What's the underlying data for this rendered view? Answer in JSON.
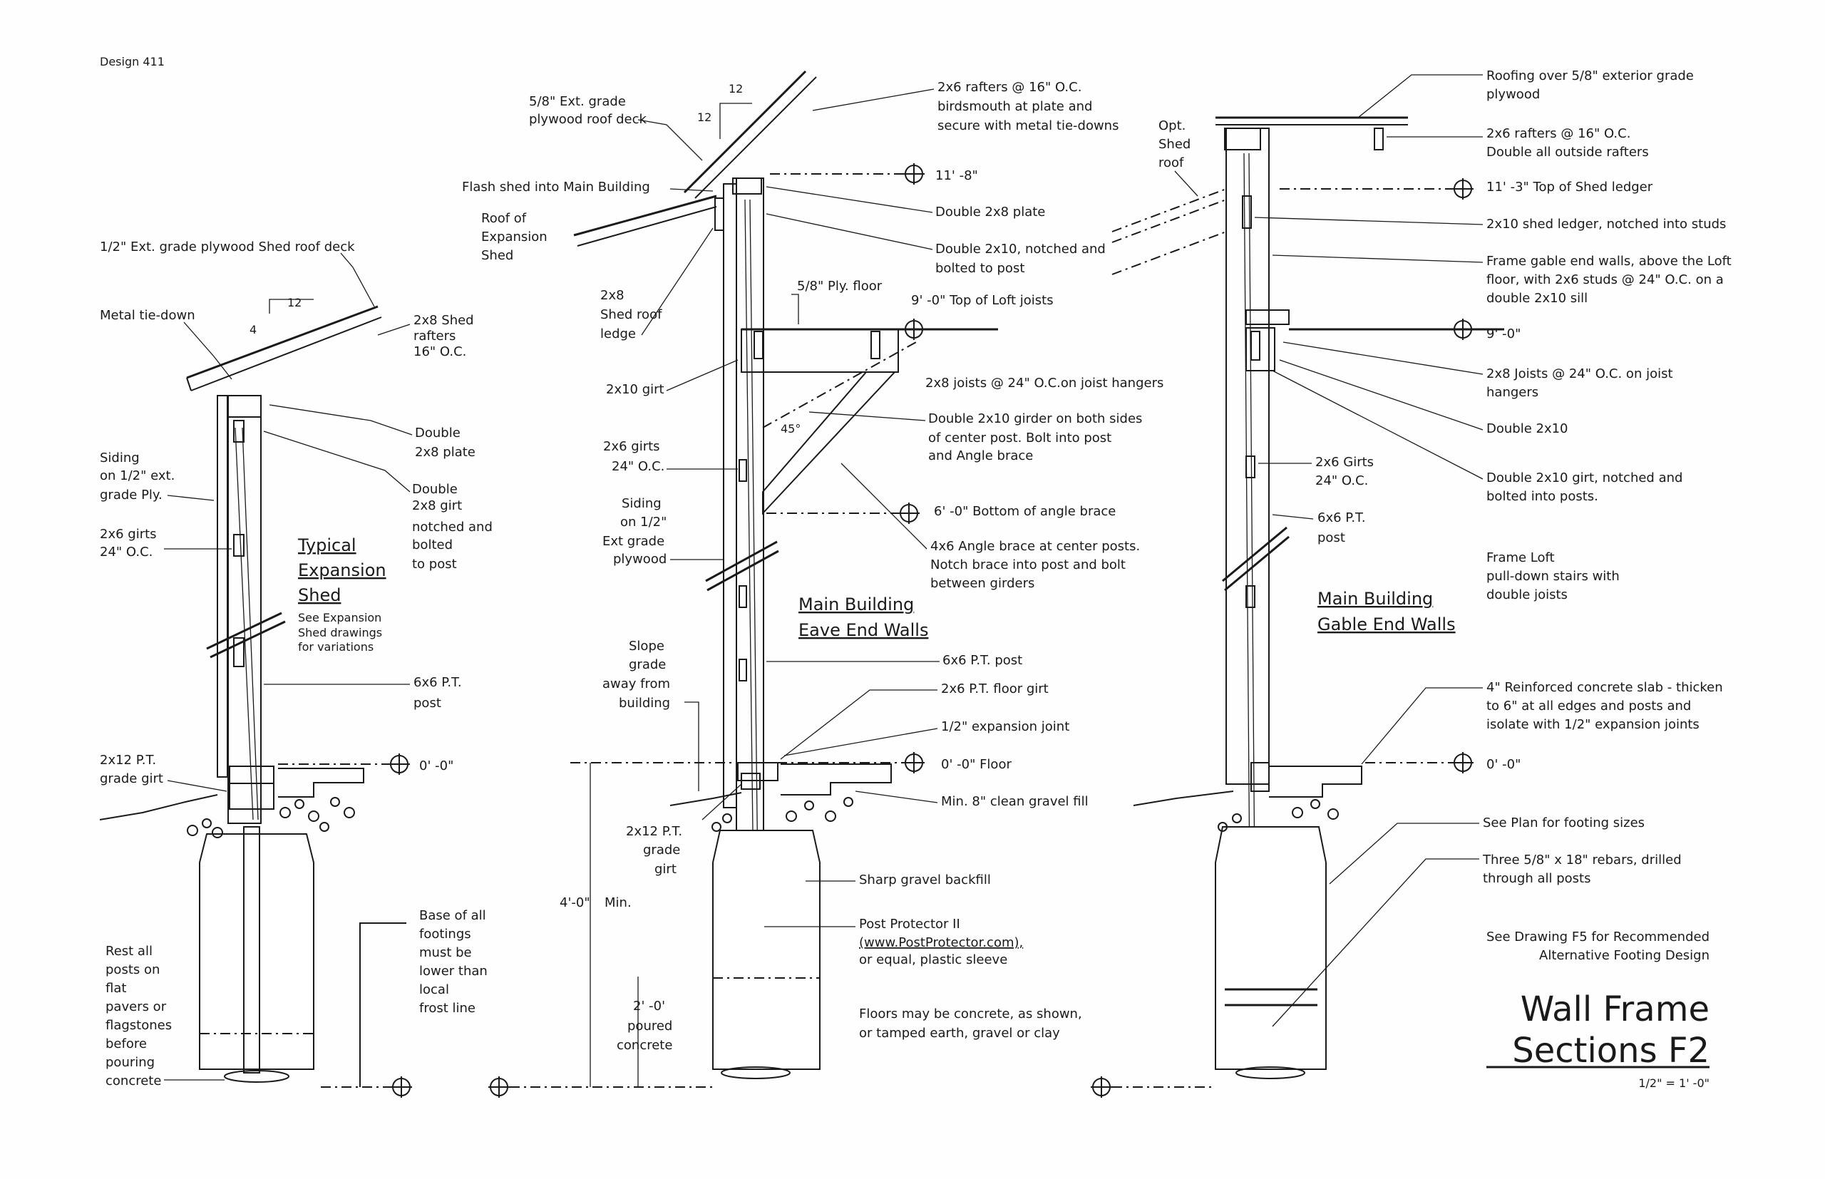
{
  "header": {
    "design": "Design 411"
  },
  "title": {
    "line1": "Wall Frame",
    "line2": "Sections  F2",
    "scale": "1/2\" = 1' -0\""
  },
  "section_titles": {
    "shed": [
      "Typical",
      "Expansion",
      "Shed"
    ],
    "shed_note": [
      "See Expansion",
      "Shed drawings",
      "for variations"
    ],
    "eave": [
      "Main Building",
      "Eave End Walls"
    ],
    "gable": [
      "Main Building",
      "Gable End Walls"
    ]
  },
  "pitch": {
    "shed_run": "12",
    "shed_rise": "4",
    "main_run": "12",
    "main_rise": "12"
  },
  "shed_labels": {
    "plywood": "1/2\" Ext. grade plywood Shed roof deck",
    "tiedown": "Metal tie-down",
    "rafters": [
      "2x8 Shed",
      "rafters",
      "16\" O.C."
    ],
    "plate": [
      "Double",
      "2x8 plate"
    ],
    "girt": [
      "Double",
      "2x8 girt",
      "notched and",
      "bolted",
      "to post"
    ],
    "siding": [
      "Siding",
      "on 1/2\" ext.",
      "grade Ply."
    ],
    "girts": [
      "2x6 girts",
      "24\" O.C."
    ],
    "post": [
      "6x6 P.T.",
      "post"
    ],
    "grade_girt": [
      "2x12 P.T.",
      "grade girt"
    ],
    "base": [
      "Base of all",
      "footings",
      "must be",
      "lower than",
      "local",
      "frost line"
    ],
    "rest": [
      "Rest all",
      "posts on",
      "flat",
      "pavers or",
      "flagstones",
      "before",
      "pouring",
      "concrete"
    ],
    "level0": "0' -0\""
  },
  "eave_labels": {
    "plywood": [
      "5/8\" Ext. grade",
      "plywood roof deck"
    ],
    "rafters": [
      "2x6 rafters @ 16\" O.C.",
      "birdsmouth at plate and",
      "secure with metal tie-downs"
    ],
    "level_top": "11' -8\"",
    "flash": "Flash shed into Main Building",
    "roof_shed": [
      "Roof of",
      "Expansion",
      "Shed"
    ],
    "plate": "Double 2x8 plate",
    "notched": [
      "Double 2x10, notched and",
      "bolted to post"
    ],
    "ply_floor": "5/8\" Ply. floor",
    "loft": "9' -0\" Top of Loft joists",
    "ledge": [
      "2x8",
      "Shed roof",
      "ledge"
    ],
    "girt": "2x10 girt",
    "joists": "2x8 joists @ 24\" O.C.on joist hangers",
    "girder": [
      "Double 2x10 girder on both sides",
      "of center post. Bolt into post",
      "and Angle brace"
    ],
    "angle": "45°",
    "girts": [
      "2x6 girts",
      "24\" O.C."
    ],
    "siding": [
      "Siding",
      "on 1/2\"",
      "Ext grade",
      "plywood"
    ],
    "brace_bottom": "6' -0\" Bottom of angle brace",
    "brace": [
      "4x6 Angle brace at center posts.",
      "Notch brace into post and bolt",
      "between girders"
    ],
    "slope": [
      "Slope",
      "grade",
      "away from",
      "building"
    ],
    "post": "6x6 P.T. post",
    "floor_girt": "2x6 P.T. floor girt",
    "expansion": "1/2\" expansion joint",
    "floor": "0' -0\" Floor",
    "gravel": "Min. 8\" clean gravel fill",
    "grade_girt": [
      "2x12 P.T.",
      "grade",
      "girt"
    ],
    "depth": "4'-0\"",
    "min": "Min.",
    "backfill": "Sharp gravel backfill",
    "protector": [
      "Post Protector II",
      "(www.PostProtector.com),",
      "or equal, plastic sleeve"
    ],
    "poured": [
      "2' -0'",
      "poured",
      "concrete"
    ],
    "floors": [
      "Floors may be concrete, as shown,",
      "or tamped earth, gravel or clay"
    ]
  },
  "gable_labels": {
    "opt": [
      "Opt.",
      "Shed",
      "roof"
    ],
    "roofing": [
      "Roofing over 5/8\" exterior grade",
      "plywood"
    ],
    "rafters": [
      "2x6 rafters @ 16\" O.C.",
      "Double all outside rafters"
    ],
    "ledger_top": "11' -3\" Top of Shed ledger",
    "ledger": "2x10 shed ledger, notched into studs",
    "frame": [
      "Frame gable end walls, above the Loft",
      "floor, with 2x6 studs @ 24\" O.C. on a",
      "double 2x10 sill"
    ],
    "level9": "9' -0\"",
    "joists": [
      "2x8 Joists @ 24\" O.C. on joist",
      "hangers"
    ],
    "double": "Double 2x10",
    "girt": [
      "Double 2x10 girt, notched and",
      "bolted into posts."
    ],
    "girts": [
      "2x6 Girts",
      "24\" O.C."
    ],
    "post": [
      "6x6 P.T.",
      "post"
    ],
    "stairs": [
      "Frame Loft",
      "pull-down stairs with",
      "double joists"
    ],
    "slab": [
      "4\" Reinforced concrete slab - thicken",
      "to 6\" at all edges and posts and",
      "isolate with 1/2\" expansion joints"
    ],
    "level0": "0' -0\"",
    "footing": "See Plan for footing sizes",
    "rebar": [
      "Three 5/8\" x 18\" rebars, drilled",
      "through all posts"
    ],
    "f5": [
      "See Drawing F5 for Recommended",
      "Alternative Footing Design"
    ]
  }
}
